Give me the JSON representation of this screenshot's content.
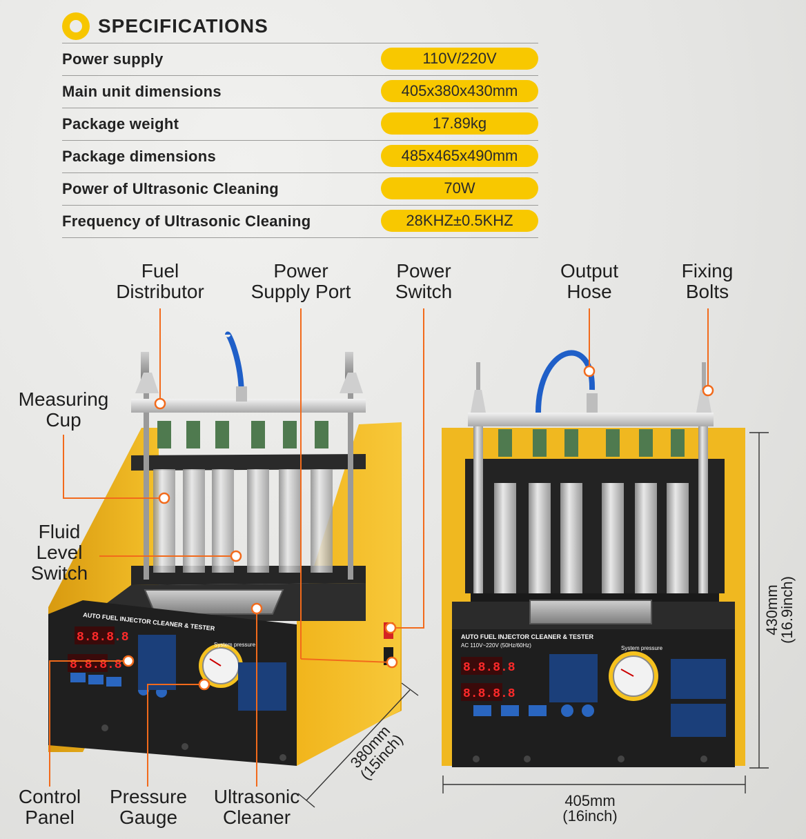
{
  "specifications": {
    "title": "SPECIFICATIONS",
    "rows": [
      {
        "label": "Power supply",
        "value": "110V/220V"
      },
      {
        "label": "Main unit dimensions",
        "value": "405x380x430mm"
      },
      {
        "label": "Package weight",
        "value": "17.89kg"
      },
      {
        "label": "Package dimensions",
        "value": "485x465x490mm"
      },
      {
        "label": "Power of Ultrasonic Cleaning",
        "value": "70W"
      },
      {
        "label": "Frequency of Ultrasonic Cleaning",
        "value": "28KHZ±0.5KHZ"
      }
    ]
  },
  "callouts": {
    "fuel_distributor": "Fuel\nDistributor",
    "power_supply_port": "Power\nSupply Port",
    "power_switch": "Power\nSwitch",
    "output_hose": "Output\nHose",
    "fixing_bolts": "Fixing\nBolts",
    "measuring_cup": "Measuring\nCup",
    "fluid_level_switch": "Fluid\nLevel\nSwitch",
    "control_panel": "Control\nPanel",
    "pressure_gauge": "Pressure\nGauge",
    "ultrasonic_cleaner": "Ultrasonic\nCleaner"
  },
  "dimensions": {
    "depth": "380mm\n(15inch)",
    "width": "405mm\n(16inch)",
    "height": "430mm\n(16.9inch)"
  },
  "device_labels": {
    "device_title": "AUTO FUEL INJECTOR CLEANER & TESTER",
    "voltage": "AC 110V~220V (50Hz/60Hz)",
    "gauge_label": "System pressure",
    "display_value": "8.8.8.8"
  },
  "colors": {
    "accent": "#f8c800",
    "callout_line": "#f26a1b",
    "hose": "#1f5fc8",
    "body_yellow": "#f0b820",
    "panel_black": "#1f1f1f"
  }
}
